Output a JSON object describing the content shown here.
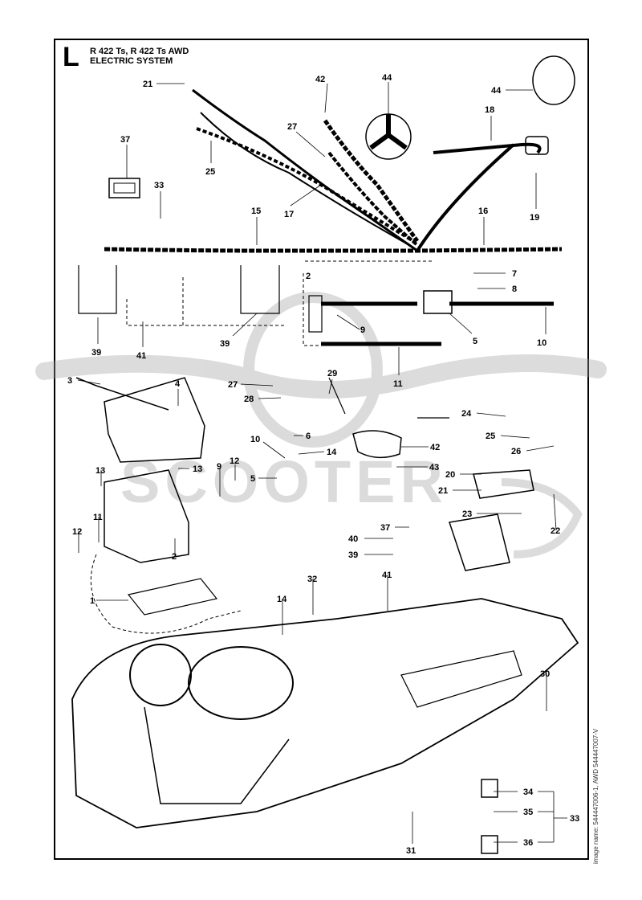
{
  "header": {
    "section_letter": "L",
    "model_line": "R 422 Ts, R 422 Ts AWD",
    "system_line": "ELECTRIC SYSTEM"
  },
  "side_note": "image name: 544447006-1, AWD 544447007-V",
  "watermark": {
    "text": "SCOOTER",
    "color": "#9a9a9a"
  },
  "callouts": [
    {
      "id": "c21a",
      "label": "21"
    },
    {
      "id": "c42a",
      "label": "42"
    },
    {
      "id": "c44a",
      "label": "44"
    },
    {
      "id": "c44b",
      "label": "44"
    },
    {
      "id": "c18",
      "label": "18"
    },
    {
      "id": "c27a",
      "label": "27"
    },
    {
      "id": "c25a",
      "label": "25"
    },
    {
      "id": "c37a",
      "label": "37"
    },
    {
      "id": "c33a",
      "label": "33"
    },
    {
      "id": "c17",
      "label": "17"
    },
    {
      "id": "c19",
      "label": "19"
    },
    {
      "id": "c15",
      "label": "15"
    },
    {
      "id": "c16",
      "label": "16"
    },
    {
      "id": "c2a",
      "label": "2"
    },
    {
      "id": "c7",
      "label": "7"
    },
    {
      "id": "c8",
      "label": "8"
    },
    {
      "id": "c9a",
      "label": "9"
    },
    {
      "id": "c5a",
      "label": "5"
    },
    {
      "id": "c10a",
      "label": "10"
    },
    {
      "id": "c39a",
      "label": "39"
    },
    {
      "id": "c41a",
      "label": "41"
    },
    {
      "id": "c39b",
      "label": "39"
    },
    {
      "id": "c11a",
      "label": "11"
    },
    {
      "id": "c3",
      "label": "3"
    },
    {
      "id": "c4",
      "label": "4"
    },
    {
      "id": "c27b",
      "label": "27"
    },
    {
      "id": "c29",
      "label": "29"
    },
    {
      "id": "c28",
      "label": "28"
    },
    {
      "id": "c24",
      "label": "24"
    },
    {
      "id": "c25b",
      "label": "25"
    },
    {
      "id": "c26",
      "label": "26"
    },
    {
      "id": "c10b",
      "label": "10"
    },
    {
      "id": "c6",
      "label": "6"
    },
    {
      "id": "c42b",
      "label": "42"
    },
    {
      "id": "c14a",
      "label": "14"
    },
    {
      "id": "c13a",
      "label": "13"
    },
    {
      "id": "c13b",
      "label": "13"
    },
    {
      "id": "c12a",
      "label": "12"
    },
    {
      "id": "c9b",
      "label": "9"
    },
    {
      "id": "c5b",
      "label": "5"
    },
    {
      "id": "c43",
      "label": "43"
    },
    {
      "id": "c20",
      "label": "20"
    },
    {
      "id": "c21b",
      "label": "21"
    },
    {
      "id": "c23",
      "label": "23"
    },
    {
      "id": "c11b",
      "label": "11"
    },
    {
      "id": "c37b",
      "label": "37"
    },
    {
      "id": "c22",
      "label": "22"
    },
    {
      "id": "c12b",
      "label": "12"
    },
    {
      "id": "c2b",
      "label": "2"
    },
    {
      "id": "c40",
      "label": "40"
    },
    {
      "id": "c39c",
      "label": "39"
    },
    {
      "id": "c41b",
      "label": "41"
    },
    {
      "id": "c32",
      "label": "32"
    },
    {
      "id": "c1",
      "label": "1"
    },
    {
      "id": "c14b",
      "label": "14"
    },
    {
      "id": "c30",
      "label": "30"
    },
    {
      "id": "c34",
      "label": "34"
    },
    {
      "id": "c35",
      "label": "35"
    },
    {
      "id": "c33b",
      "label": "33"
    },
    {
      "id": "c36",
      "label": "36"
    },
    {
      "id": "c31",
      "label": "31"
    }
  ]
}
